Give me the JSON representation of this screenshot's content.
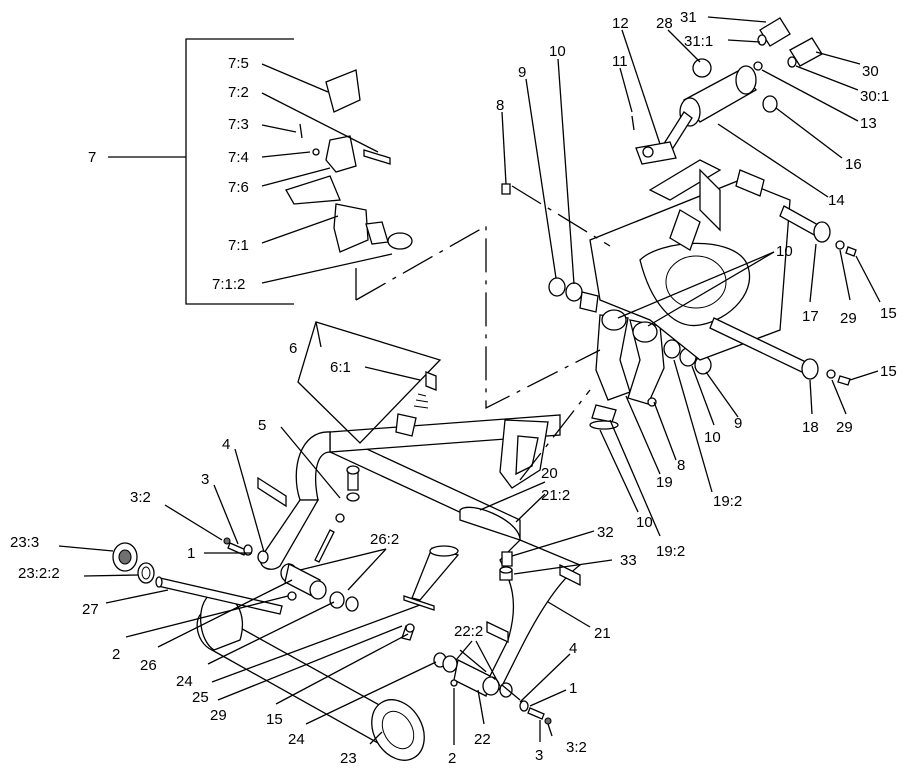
{
  "diagram": {
    "callouts": {
      "c7": "7",
      "c7_5": "7:5",
      "c7_2": "7:2",
      "c7_3": "7:3",
      "c7_4": "7:4",
      "c7_6": "7:6",
      "c7_1": "7:1",
      "c7_1_2": "7:1:2",
      "c6": "6",
      "c6_1": "6:1",
      "c5": "5",
      "c4a": "4",
      "c3a": "3",
      "c3_2a": "3:2",
      "c1a": "1",
      "c23_3": "23:3",
      "c23_2_2": "23:2:2",
      "c27": "27",
      "c2a": "2",
      "c26": "26",
      "c26_2": "26:2",
      "c24a": "24",
      "c25": "25",
      "c29a": "29",
      "c15a": "15",
      "c24b": "24",
      "c23": "23",
      "c2b": "2",
      "c22": "22",
      "c22_2": "22:2",
      "c3b": "3",
      "c3_2b": "3:2",
      "c1b": "1",
      "c4b": "4",
      "c21": "21",
      "c33": "33",
      "c32": "32",
      "c20": "20",
      "c21_2": "21:2",
      "c10a": "10",
      "c19_2a": "19:2",
      "c19": "19",
      "c8a": "8",
      "c10b": "10",
      "c19_2b": "19:2",
      "c9a": "9",
      "c18": "18",
      "c29b": "29",
      "c15b": "15",
      "c17": "17",
      "c29c": "29",
      "c15c": "15",
      "c10c": "10",
      "c8b": "8",
      "c9b": "9",
      "c10d": "10",
      "c11": "11",
      "c12": "12",
      "c28": "28",
      "c31": "31",
      "c31_1": "31:1",
      "c30": "30",
      "c30_1": "30:1",
      "c13": "13",
      "c16": "16",
      "c14": "14"
    }
  }
}
